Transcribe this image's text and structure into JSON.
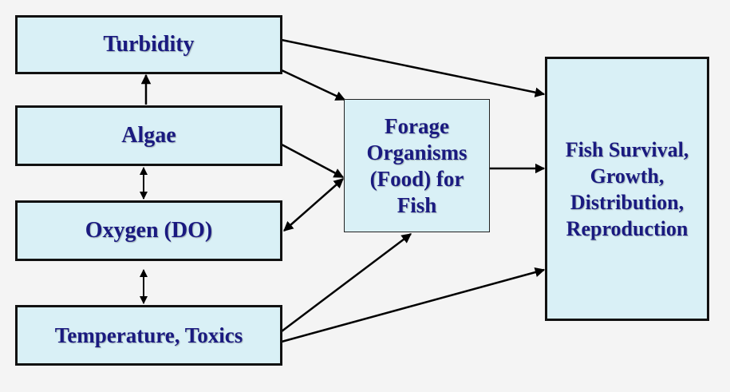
{
  "boxes": {
    "turbidity": "Turbidity",
    "algae": "Algae",
    "oxygen": "Oxygen (DO)",
    "temperature": "Temperature, Toxics",
    "forage": [
      "Forage",
      "Organisms",
      "(Food) for",
      "Fish"
    ],
    "fish": [
      "Fish Survival,",
      "Growth,",
      "Distribution,",
      "Reproduction"
    ]
  },
  "colors": {
    "box_fill": "#d9f0f6",
    "text": "#1a1a80",
    "border": "#111111",
    "background": "#f4f4f4"
  }
}
